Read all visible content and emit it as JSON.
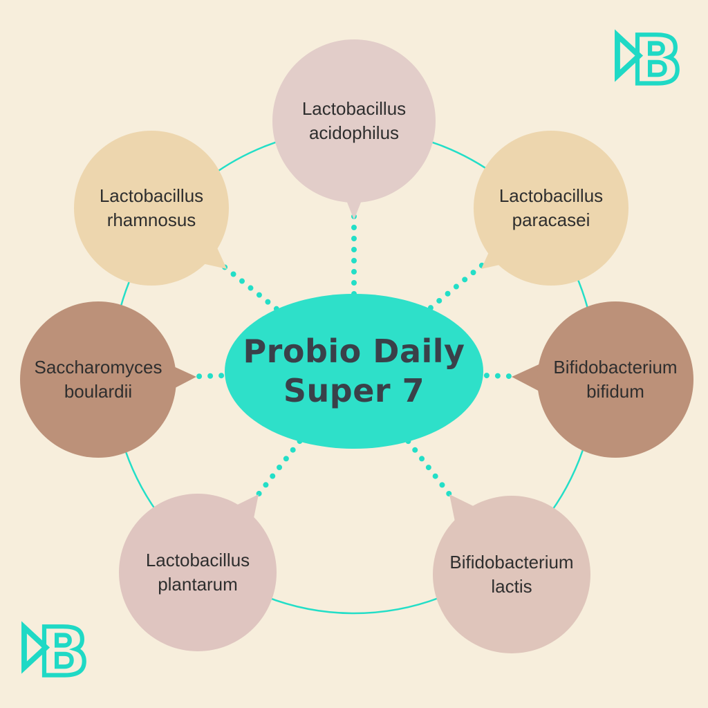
{
  "background_color": "#f7eedc",
  "accent_color": "#23dec7",
  "center": {
    "title_line1": "Probio Daily",
    "title_line2": "Super 7",
    "color": "#2ee0c9",
    "text_color": "#3a4049"
  },
  "nodes": [
    {
      "id": "acidophilus",
      "label": "Lactobacillus acidophilus",
      "color": "#e2cdc9"
    },
    {
      "id": "paracasei",
      "label": "Lactobacillus paracasei",
      "color": "#edd6ae"
    },
    {
      "id": "bifidum",
      "label": "Bifidobacterium bifidum",
      "color": "#bc9179"
    },
    {
      "id": "lactis",
      "label": "Bifidobacterium lactis",
      "color": "#dfc5bb"
    },
    {
      "id": "plantarum",
      "label": "Lactobacillus plantarum",
      "color": "#dfc5c0"
    },
    {
      "id": "boulardii",
      "label": "Saccharomyces boulardii",
      "color": "#bc9179"
    },
    {
      "id": "rhamnosus",
      "label": "Lactobacillus rhamnosus",
      "color": "#edd6ae"
    }
  ],
  "logo": {
    "letter": "B",
    "color": "#1fd9c5"
  }
}
